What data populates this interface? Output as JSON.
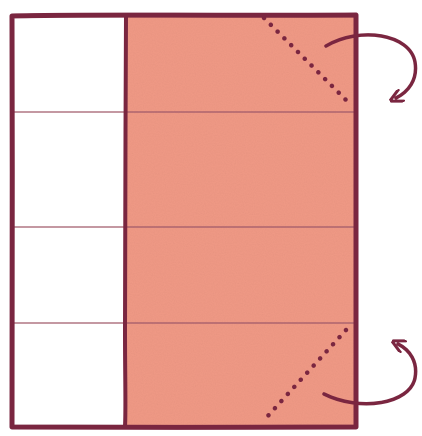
{
  "diagram": {
    "colors": {
      "outline": "#7a2640",
      "fill_panel": "#f19a86",
      "fill_panel_light": "#f5b3a3",
      "blank_panel": "#ffffff",
      "fold_line": "#8f3a52"
    },
    "panels": {
      "left": "blank",
      "right": "shaded"
    },
    "horizontal_divisions": 4,
    "fold_markers": [
      {
        "corner": "top-right",
        "style": "dotted-diagonal"
      },
      {
        "corner": "bottom-right",
        "style": "dotted-diagonal"
      }
    ],
    "arrows": [
      {
        "name": "fold-arrow-top",
        "direction": "fold-back-down"
      },
      {
        "name": "fold-arrow-bottom",
        "direction": "fold-back-up"
      }
    ]
  }
}
